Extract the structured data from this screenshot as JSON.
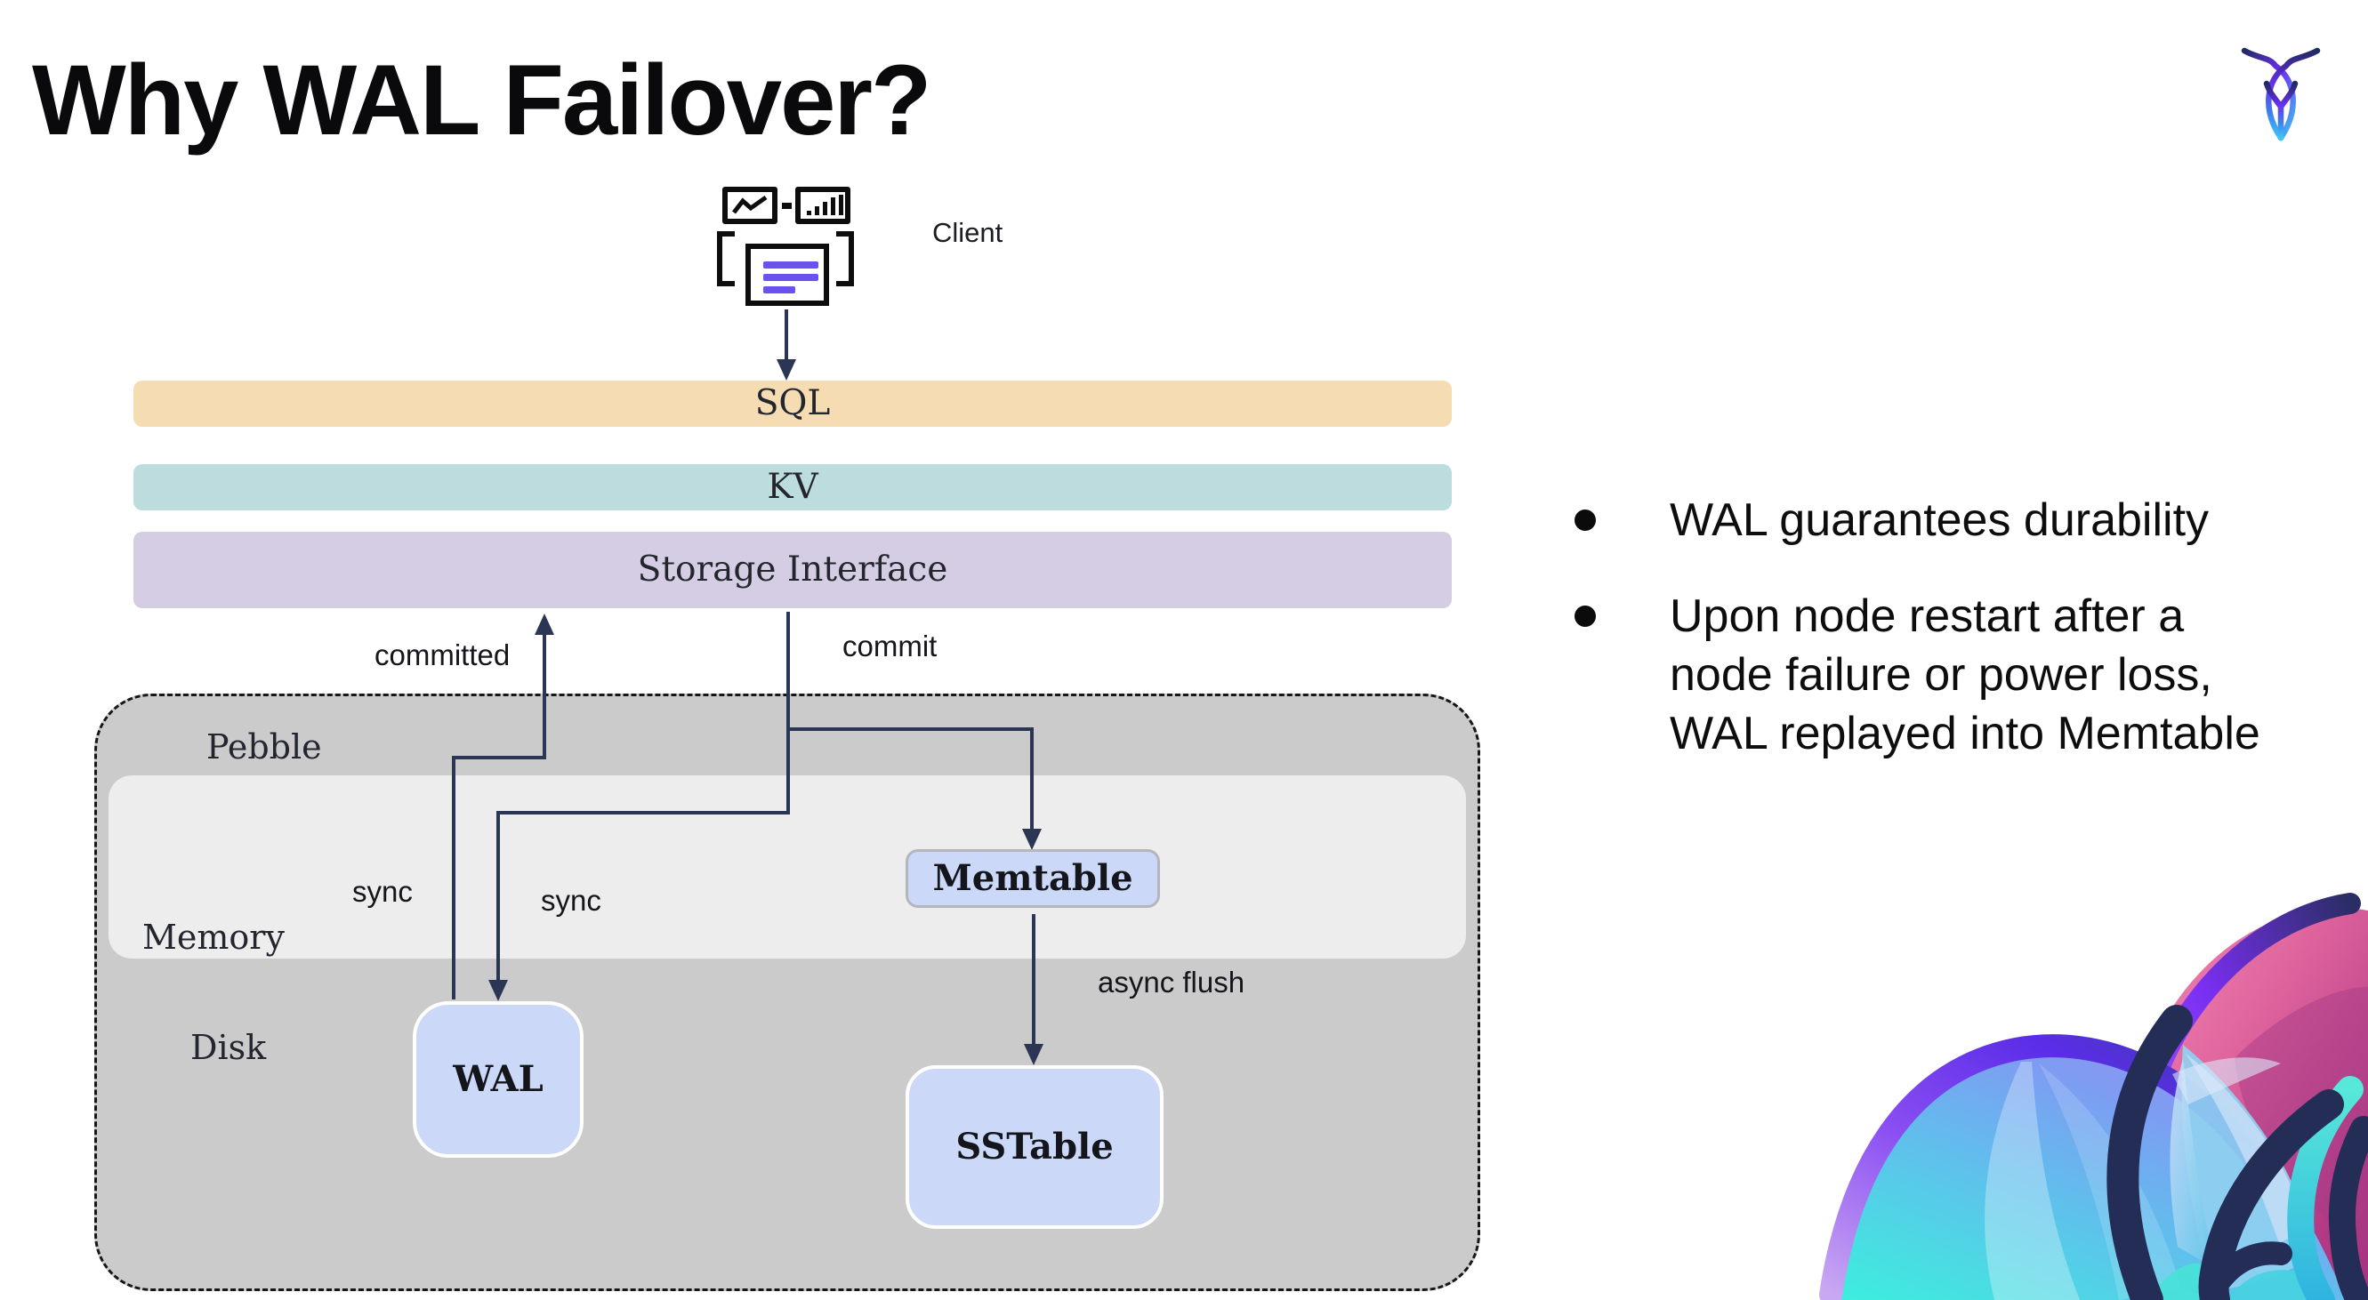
{
  "slide": {
    "title": "Why WAL Failover?"
  },
  "client": {
    "label": "Client"
  },
  "layers": [
    {
      "id": "sql",
      "label": "SQL"
    },
    {
      "id": "kv",
      "label": "KV"
    },
    {
      "id": "storage",
      "label": "Storage Interface"
    }
  ],
  "pebble": {
    "label": "Pebble",
    "memory_label": "Memory",
    "disk_label": "Disk"
  },
  "nodes": {
    "wal": "WAL",
    "memtable": "Memtable",
    "sstable": "SSTable"
  },
  "edges": {
    "committed": "committed",
    "commit": "commit",
    "sync_left": "sync",
    "sync_right": "sync",
    "async_flush": "async flush"
  },
  "bullets": [
    "WAL guarantees durability",
    "Upon node restart after a node failure or power loss, WAL replayed into Memtable"
  ],
  "icons": [
    "line-chart-icon",
    "bar-chart-icon",
    "document-icon",
    "cockroachdb-logo",
    "cockroach-artwork"
  ],
  "colors": {
    "sql_bar": "#f5dcb3",
    "kv_bar": "#bcdcdd",
    "storage_bar": "#d4cde4",
    "pebble_bg": "#cbcbcb",
    "memory_bg": "#ededed",
    "node_fill": "#ccd8f8",
    "node_border_white": "#ffffff",
    "memtable_border": "#b4b5bd",
    "connector": "#2b3554",
    "document_lines": "#6b52ee",
    "title_text": "#0a0a0c"
  }
}
